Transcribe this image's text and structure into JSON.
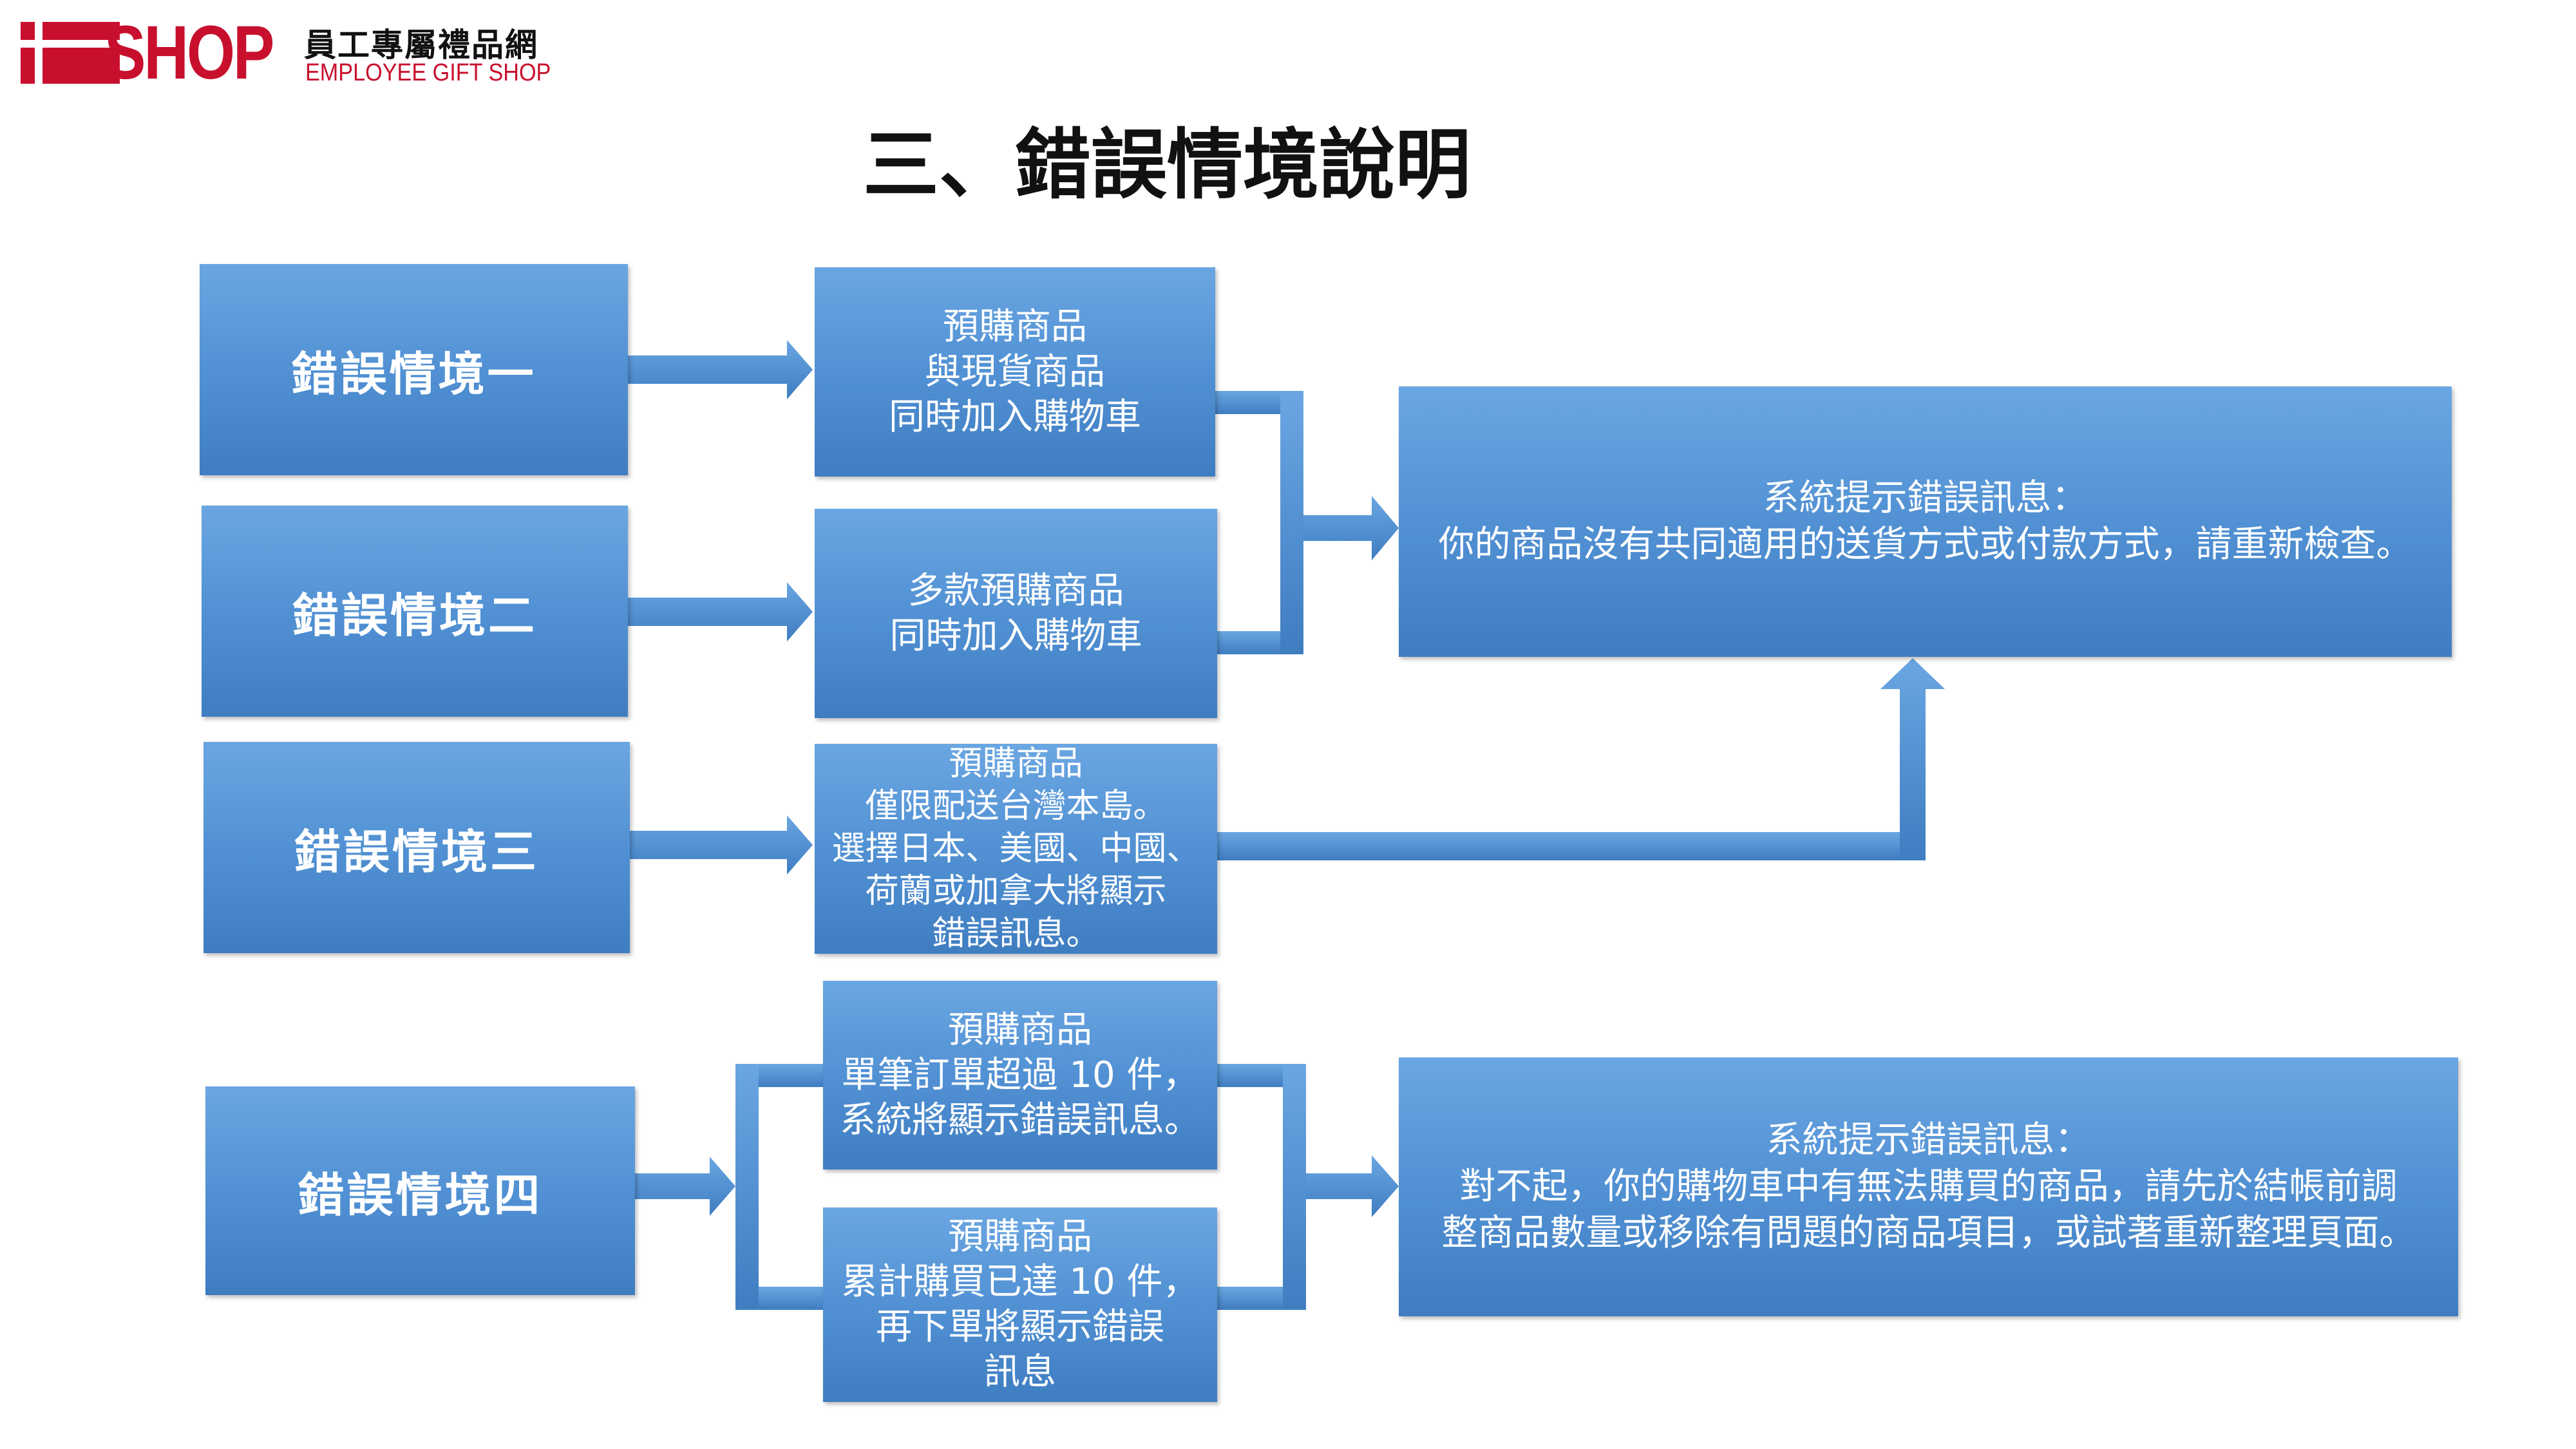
{
  "logo": {
    "brand": "SHOP",
    "name_zh": "員工專屬禮品網",
    "name_en": "EMPLOYEE GIFT SHOP"
  },
  "title": "三、錯誤情境說明",
  "scenarios": [
    {
      "label": "錯誤情境一"
    },
    {
      "label": "錯誤情境二"
    },
    {
      "label": "錯誤情境三"
    },
    {
      "label": "錯誤情境四"
    }
  ],
  "conditions": [
    {
      "lines": [
        "預購商品",
        "與現貨商品",
        "同時加入購物車"
      ]
    },
    {
      "lines": [
        "多款預購商品",
        "同時加入購物車"
      ]
    },
    {
      "lines": [
        "預購商品",
        "僅限配送台灣本島。",
        "選擇日本、美國、中國、",
        "荷蘭或加拿大將顯示",
        "錯誤訊息。"
      ]
    },
    {
      "lines": [
        "預購商品",
        "單筆訂單超過 10 件，",
        "系統將顯示錯誤訊息。"
      ]
    },
    {
      "lines": [
        "預購商品",
        "累計購買已達 10 件，",
        "再下單將顯示錯誤",
        "訊息"
      ]
    }
  ],
  "results": [
    {
      "lines": [
        "系統提示錯誤訊息：",
        "你的商品沒有共同適用的送貨方式或付款方式，請重新檢查。"
      ]
    },
    {
      "lines": [
        "系統提示錯誤訊息：",
        "對不起，你的購物車中有無法購買的商品，請先於結帳前調",
        "整商品數量或移除有問題的商品項目，或試著重新整理頁面。"
      ]
    }
  ],
  "colors": {
    "box": "#4f8fd2",
    "arrow": "#4a8bcf",
    "brand": "#c8102e"
  }
}
